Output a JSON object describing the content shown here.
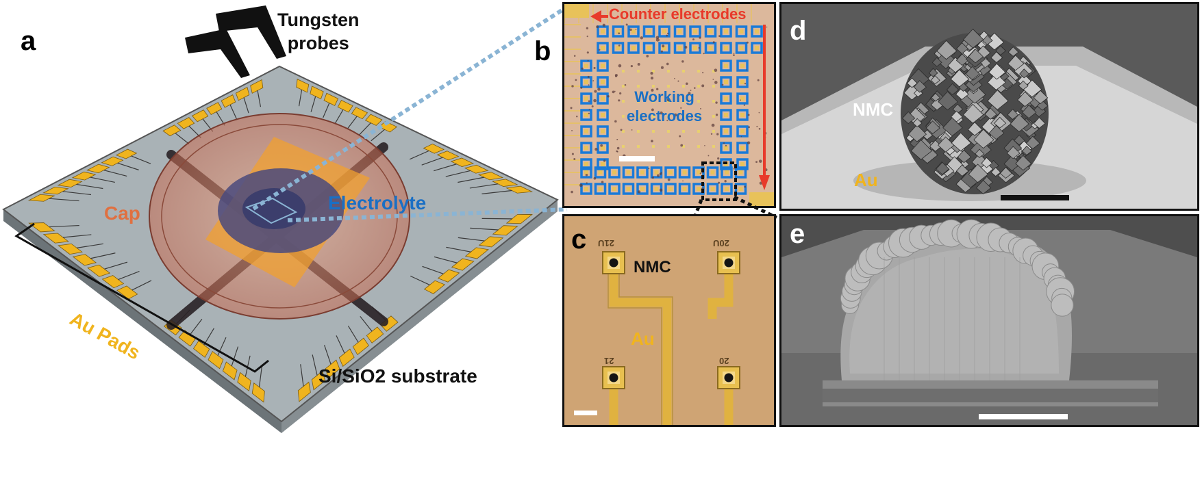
{
  "panels": {
    "a": {
      "letter": "a",
      "labels": {
        "probes_line1": "Tungsten",
        "probes_line2": "probes",
        "cap": "Cap",
        "electrolyte": "Electrolyte",
        "au_pads": "Au Pads",
        "substrate": "Si/SiO2 substrate"
      }
    },
    "b": {
      "letter": "b",
      "labels": {
        "counter": "Counter electrodes",
        "working_line1": "Working",
        "working_line2": "electrodes"
      }
    },
    "c": {
      "letter": "c",
      "labels": {
        "nmc": "NMC",
        "au": "Au"
      },
      "pad_ids": [
        "21U",
        "20U",
        "21",
        "20"
      ]
    },
    "d": {
      "letter": "d",
      "labels": {
        "nmc": "NMC",
        "au": "Au"
      }
    },
    "e": {
      "letter": "e"
    }
  },
  "colors": {
    "gold": "#f0b41e",
    "cap": "#e07040",
    "electrolyte": "#1a6fc4",
    "counter": "#e83a2a",
    "working_box": "#1a7ad8"
  }
}
